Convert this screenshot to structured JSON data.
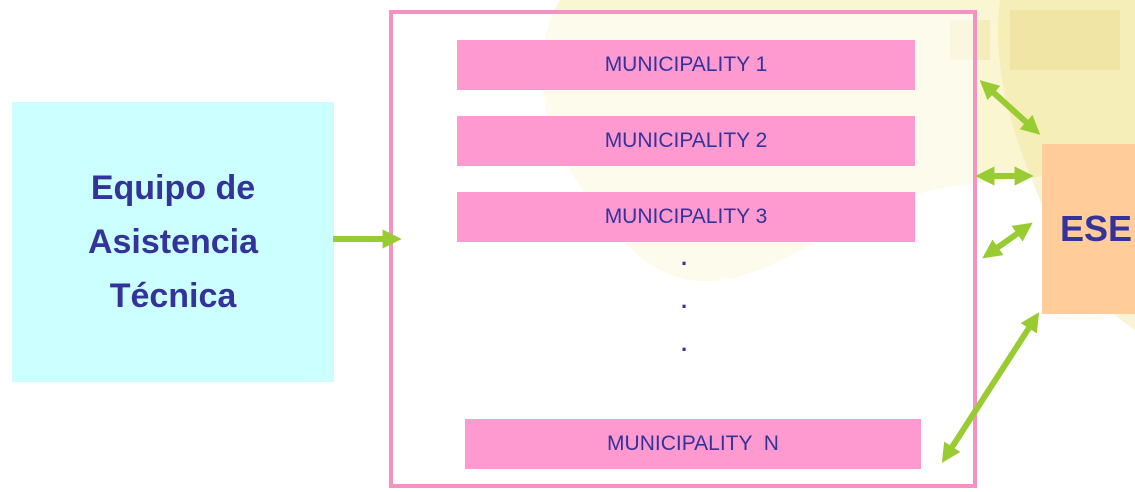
{
  "team": {
    "label_line1": "Equipo de",
    "label_line2": "Asistencia",
    "label_line3": "Técnica"
  },
  "municipalities": {
    "item1": "MUNICIPALITY 1",
    "item2": "MUNICIPALITY 2",
    "item3": "MUNICIPALITY 3",
    "item_n": "MUNICIPALITY  N",
    "ellipsis": "."
  },
  "ese": {
    "label": "ESE"
  },
  "colors": {
    "team_fill": "#ccffff",
    "municipality_fill": "#ff9ad0",
    "frame_border": "#f592c4",
    "ese_fill": "#ffcc9a",
    "text": "#33339a",
    "arrow": "#99cc33",
    "background_art": "#f6eb9c"
  }
}
